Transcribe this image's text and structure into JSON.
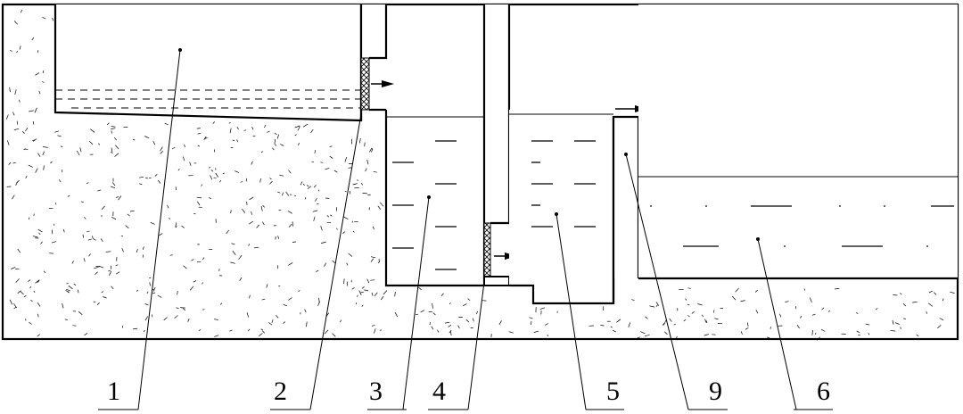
{
  "labels": {
    "l1": "1",
    "l2": "2",
    "l3": "3",
    "l4": "4",
    "l5": "5",
    "l9": "9",
    "l6": "6"
  },
  "colors": {
    "line": "#000000",
    "background": "#ffffff",
    "hatch": "#cccccc"
  }
}
